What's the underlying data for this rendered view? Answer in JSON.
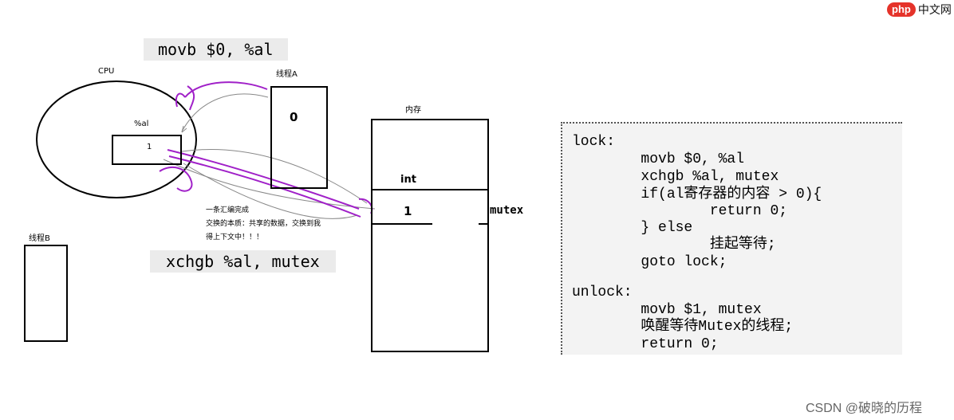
{
  "banners": {
    "top": "movb $0, %al",
    "bottom": "xchgb %al, mutex"
  },
  "cpu": {
    "label": "CPU",
    "register_label": "%al",
    "register_value": "1"
  },
  "thread_a": {
    "label": "线程A",
    "value": "0"
  },
  "thread_b": {
    "label": "线程B"
  },
  "memory": {
    "label": "内存",
    "type_label": "int",
    "value": "1",
    "var_label": "mutex"
  },
  "notes": [
    "一条汇编完成",
    "交换的本质：共享的数据，交换到我",
    "得上下文中！！！"
  ],
  "code": {
    "lines": [
      "lock:",
      "        movb $0, %al",
      "        xchgb %al, mutex",
      "        if(al寄存器的内容 > 0){",
      "                return 0;",
      "        } else",
      "                挂起等待;",
      "        goto lock;",
      "",
      "unlock:",
      "        movb $1, mutex",
      "        唤醒等待Mutex的线程;",
      "        return 0;"
    ]
  },
  "logo": {
    "badge": "php",
    "text": "中文网"
  },
  "watermark": "CSDN @破晓的历程",
  "colors": {
    "annotation_purple": "#a020c8",
    "arrow_gray": "#888888"
  }
}
